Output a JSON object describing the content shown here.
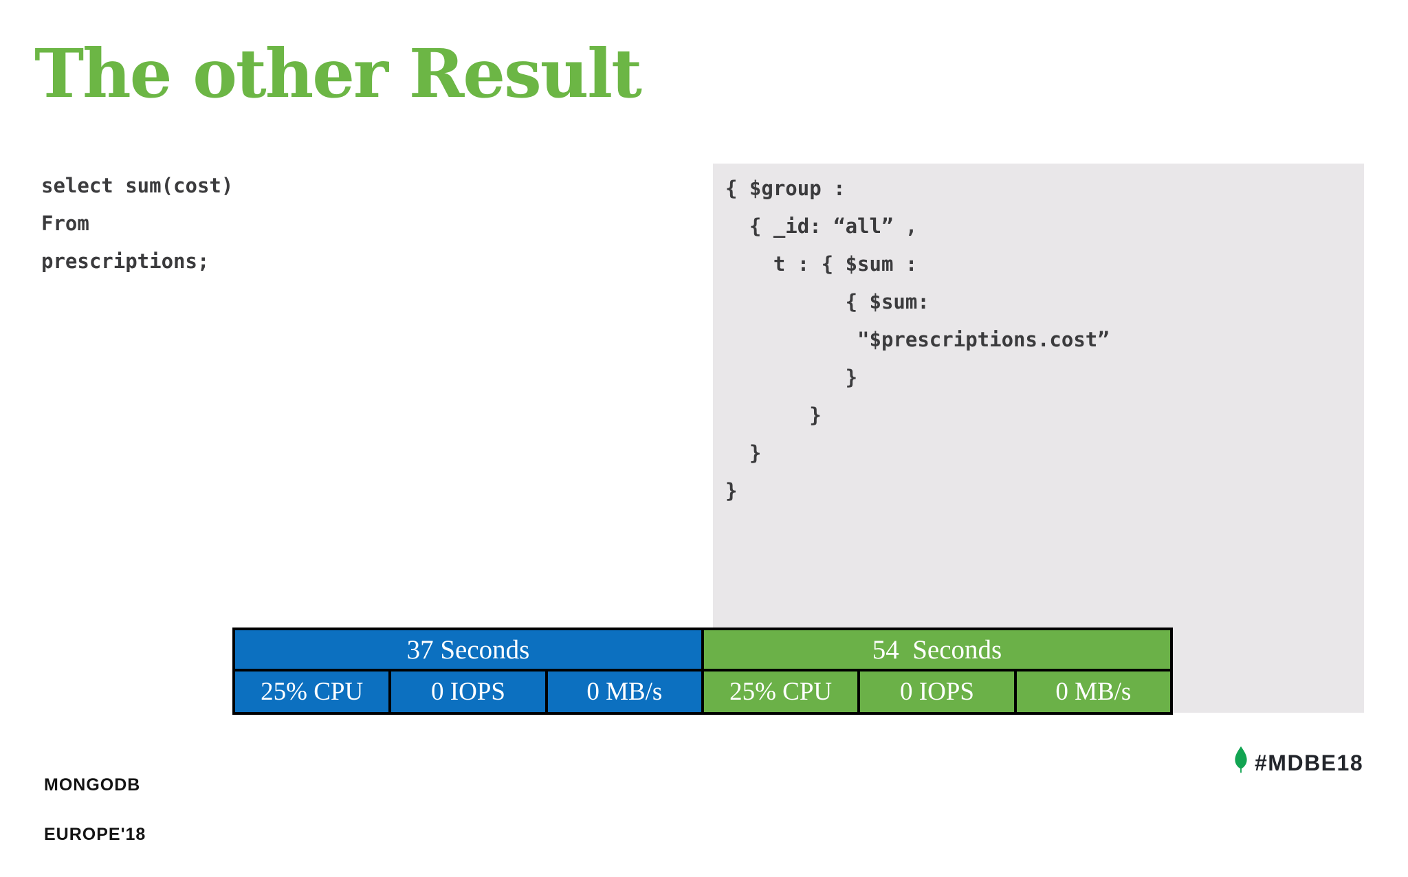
{
  "slide": {
    "title": "The other Result",
    "title_color": "#6CB645",
    "background": "#FFFFFF"
  },
  "sql_query": {
    "text_color": "#3B3B3D",
    "lines": [
      "select sum(cost)",
      "From",
      "prescriptions;"
    ]
  },
  "mongo_pipeline": {
    "panel_color": "#E9E7E9",
    "text_color": "#3B3B3D",
    "lines": [
      "{ $group :",
      "  { _id: “all” ,",
      "    t : { $sum :",
      "          { $sum:",
      "           \"$prescriptions.cost”",
      "          }",
      "       }",
      "  }",
      "}"
    ]
  },
  "results_table": {
    "border_color": "#000000",
    "text_color": "#FFFFFF",
    "left_group": {
      "header": "37 Seconds",
      "color": "#0C70C0",
      "cells": [
        "25% CPU",
        "0 IOPS",
        "0 MB/s"
      ]
    },
    "right_group": {
      "header": "54  Seconds",
      "color": "#6BB148",
      "cells": [
        "25% CPU",
        "0 IOPS",
        "0 MB/s"
      ]
    }
  },
  "footer": {
    "conference_logo": {
      "line1": "MONGODB",
      "line2": "EUROPE'18",
      "color": "#131313"
    },
    "hashtag": {
      "label": "#MDBE18",
      "color": "#22252B",
      "leaf_color": "#12A452"
    }
  }
}
